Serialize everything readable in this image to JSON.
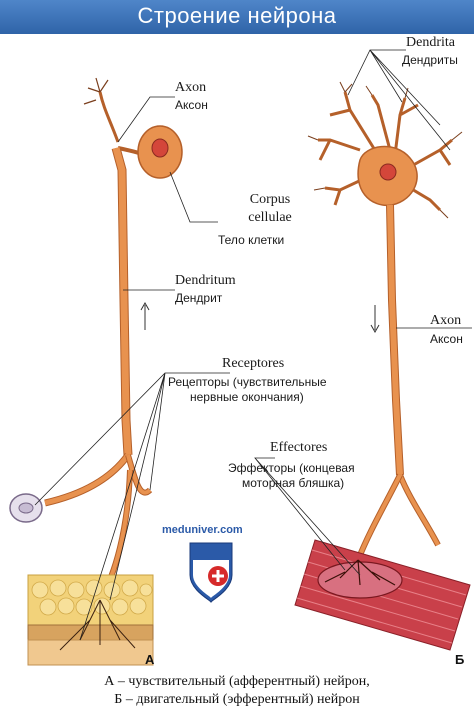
{
  "title": "Строение нейрона",
  "labels": {
    "dendrita_lat": "Dendrita",
    "dendrita_ru": "Дендриты",
    "axon_top_lat": "Axon",
    "axon_top_ru": "Аксон",
    "corpus_lat_1": "Corpus",
    "corpus_lat_2": "cellulae",
    "corpus_ru": "Тело клетки",
    "dendritum_lat": "Dendritum",
    "dendritum_ru": "Дендрит",
    "axon_right_lat": "Axon",
    "axon_right_ru": "Аксон",
    "receptores_lat": "Receptores",
    "receptores_ru_1": "Рецепторы (чувствительные",
    "receptores_ru_2": "нервные окончания)",
    "effectores_lat": "Effectores",
    "effectores_ru_1": "Эффекторы (концевая",
    "effectores_ru_2": "моторная бляшка)"
  },
  "watermark": "meduniver.com",
  "panels": {
    "a": "А",
    "b": "Б"
  },
  "caption": {
    "line1": "А – чувствительный (афферентный) нейрон,",
    "line2": "Б – двигательный (эфферентный) нейрон"
  },
  "colors": {
    "header": "#3a70b5",
    "neuron": "#e8924f",
    "neuron_outline": "#b5602a",
    "nucleus": "#d4463a",
    "skin": "#f2d27a",
    "muscle": "#c9404a"
  }
}
